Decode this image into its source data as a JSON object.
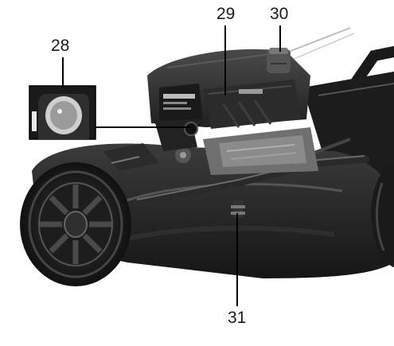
{
  "callouts": {
    "c28": "28",
    "c29": "29",
    "c30": "30",
    "c31": "31"
  },
  "colors": {
    "background": "#ffffff",
    "body": "#2a2a2a",
    "deck": "#1f1f1f",
    "metal": "#9a9a9a",
    "leader": "#000000"
  }
}
